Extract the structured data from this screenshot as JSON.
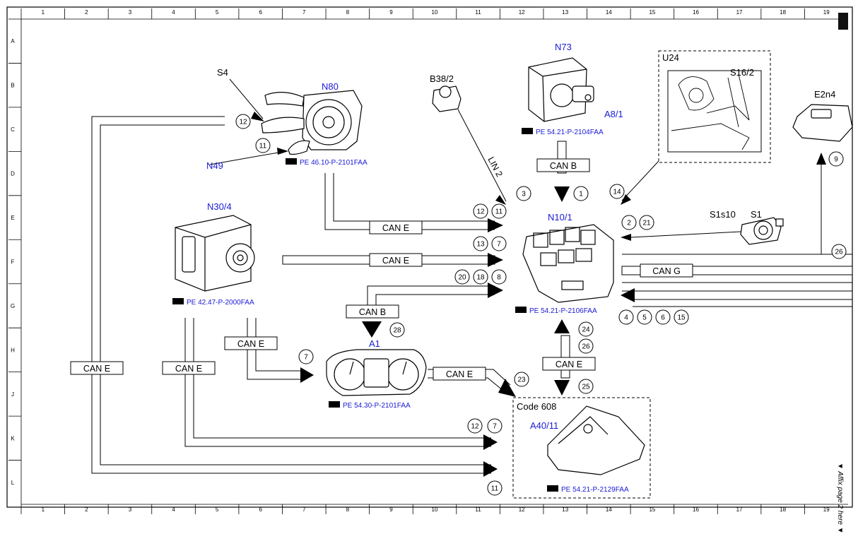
{
  "grid": {
    "columns": [
      "1",
      "2",
      "3",
      "4",
      "5",
      "6",
      "7",
      "8",
      "9",
      "10",
      "11",
      "12",
      "13",
      "14",
      "15",
      "16",
      "17",
      "18",
      "19"
    ],
    "rows": [
      "A",
      "B",
      "C",
      "D",
      "E",
      "F",
      "G",
      "H",
      "J",
      "K",
      "L"
    ]
  },
  "components": {
    "s4": "S4",
    "n80": "N80",
    "n49": "N49",
    "n30_4": "N30/4",
    "b38_2": "B38/2",
    "n73": "N73",
    "a8_1": "A8/1",
    "u24": "U24",
    "s16_2": "S16/2",
    "e2n4": "E2n4",
    "n10_1": "N10/1",
    "s1s10": "S1s10",
    "s1": "S1",
    "a1": "A1",
    "code_608": "Code 608",
    "a40_11": "A40/11"
  },
  "references": {
    "n80": "PE 46.10-P-2101FAA",
    "n73": "PE 54.21-P-2104FAA",
    "n30_4": "PE 42.47-P-2000FAA",
    "n10_1": "PE 54.21-P-2106FAA",
    "a1": "PE 54.30-P-2101FAA",
    "a40_11": "PE 54.21-P-2129FAA"
  },
  "buses": {
    "can_e_n80": "CAN E",
    "can_e_n30": "CAN E",
    "can_b_a1": "CAN B",
    "can_b_n73": "CAN B",
    "lin_2": "LIN 2",
    "can_g": "CAN G",
    "can_e_a1": "CAN E",
    "can_e_n10_a40": "CAN E",
    "can_e_out": "CAN E",
    "can_e_left1": "CAN E",
    "can_e_left2": "CAN E"
  },
  "signals": {
    "s12a": "12",
    "s11a": "11",
    "s3": "3",
    "s1": "1",
    "s14": "14",
    "s12b": "12",
    "s11b": "11",
    "s13": "13",
    "s7a": "7",
    "s20": "20",
    "s18": "18",
    "s8": "8",
    "s2": "2",
    "s21": "21",
    "s9": "9",
    "s26a": "26",
    "s4": "4",
    "s5": "5",
    "s6": "6",
    "s15": "15",
    "s28": "28",
    "s24": "24",
    "s26b": "26",
    "s25": "25",
    "s7b": "7",
    "s23": "23",
    "s12c": "12",
    "s7c": "7",
    "s11c": "11"
  },
  "margin_note": "▼ Affix page 2 here ▼"
}
